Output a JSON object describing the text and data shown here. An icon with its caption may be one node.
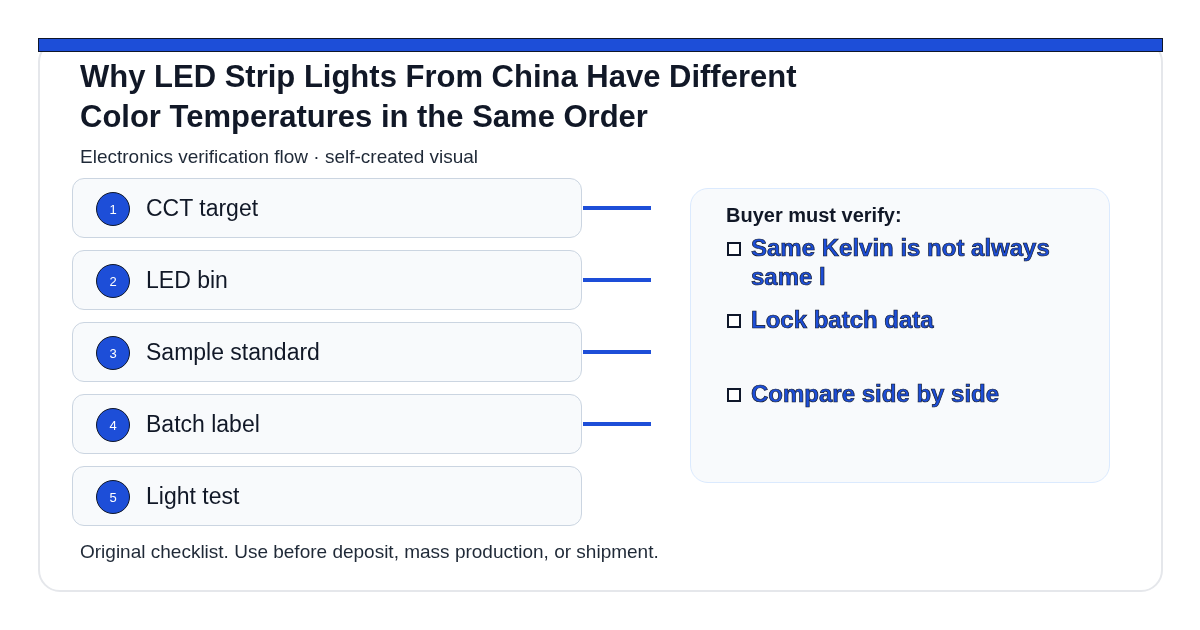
{
  "diagram": {
    "title": "Why LED Strip Lights From China Have Different Color Temperatures in the Same Order",
    "caption": "Original checklist. Use before deposit, mass production, or shipment.",
    "nodes": [
      {
        "text": [
          "CCT target"
        ]
      },
      {
        "text": [
          "1"
        ],
        "in": 0
      },
      {
        "text": [
          "LED bin"
        ]
      },
      {
        "text": [
          "2"
        ],
        "in": 2
      },
      {
        "text": [
          "Sample standard"
        ]
      },
      {
        "text": [
          "3"
        ],
        "in": 4
      },
      {
        "text": [
          "Batch label"
        ]
      },
      {
        "text": [
          "4"
        ],
        "in": 6
      },
      {
        "text": [
          "Light test"
        ]
      },
      {
        "text": [
          "5"
        ],
        "in": 8
      },
      {
        "text": [
          "Buyer must verify:",
          "Same Kelvin is not always same l",
          "Lock batch data",
          "Compare side by side"
        ]
      }
    ],
    "edges": [
      {
        "from": 0,
        "to": null,
        "arrow": "none"
      },
      {
        "from": 2,
        "to": null,
        "arrow": "none"
      },
      {
        "from": 4,
        "to": null,
        "arrow": "none"
      },
      {
        "from": 6,
        "to": null,
        "arrow": "none"
      }
    ],
    "labels": [
      "Electronics verification flow · self-created visual"
    ]
  }
}
